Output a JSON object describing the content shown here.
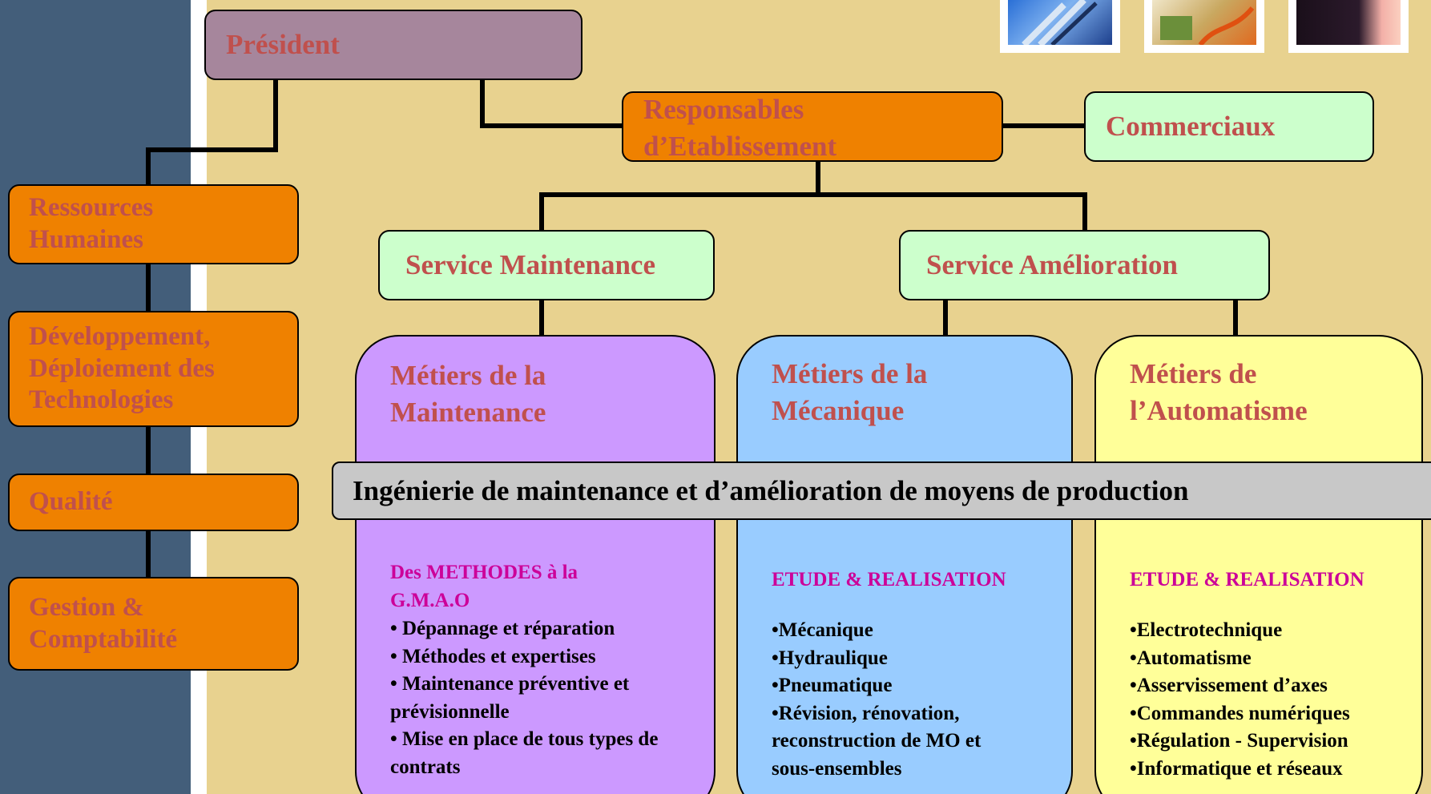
{
  "president": "Président",
  "responsables": "Responsables d’Etablissement",
  "commerciaux": "Commerciaux",
  "sidebar_items": [
    {
      "label": "Ressources\nHumaines"
    },
    {
      "label": "Développement,\nDéploiement des\nTechnologies"
    },
    {
      "label": "Qualité"
    },
    {
      "label": "Gestion &\nComptabilité"
    }
  ],
  "services": {
    "maintenance": "Service Maintenance",
    "amelioration": "Service Amélioration"
  },
  "banner": "Ingénierie de maintenance et d’amélioration de moyens de production",
  "columns": [
    {
      "title": "Métiers de la\nMaintenance",
      "subtitle": "Des METHODES à la\nG.M.A.O",
      "items": [
        "• Dépannage et réparation",
        "• Méthodes et expertises",
        "• Maintenance préventive et prévisionnelle",
        "• Mise en place de tous types de contrats"
      ],
      "color": "#cc99ff"
    },
    {
      "title": "Métiers de la\nMécanique",
      "subtitle": "ETUDE & REALISATION",
      "items": [
        "•Mécanique",
        "•Hydraulique",
        "•Pneumatique",
        "•Révision, rénovation, reconstruction de MO et sous-ensembles"
      ],
      "color": "#99ccff"
    },
    {
      "title": "Métiers de\nl’Automatisme",
      "subtitle": "ETUDE & REALISATION",
      "items": [
        "•Electrotechnique",
        "•Automatisme",
        "•Asservissement d’axes",
        "•Commandes numériques",
        "•Régulation - Supervision",
        "•Informatique et réseaux"
      ],
      "color": "#ffff99"
    }
  ],
  "colors": {
    "background": "#e8d28f",
    "sidebar": "#435e7a",
    "orange_box": "#ef8100",
    "mint_box": "#ccffcc",
    "president_box": "#a6869c",
    "label_text": "#c0504d",
    "subtitle_text": "#cc0099",
    "banner": "#c8c8c8"
  },
  "images": [
    "tools-photo",
    "electronics-photo",
    "dark-photo"
  ]
}
